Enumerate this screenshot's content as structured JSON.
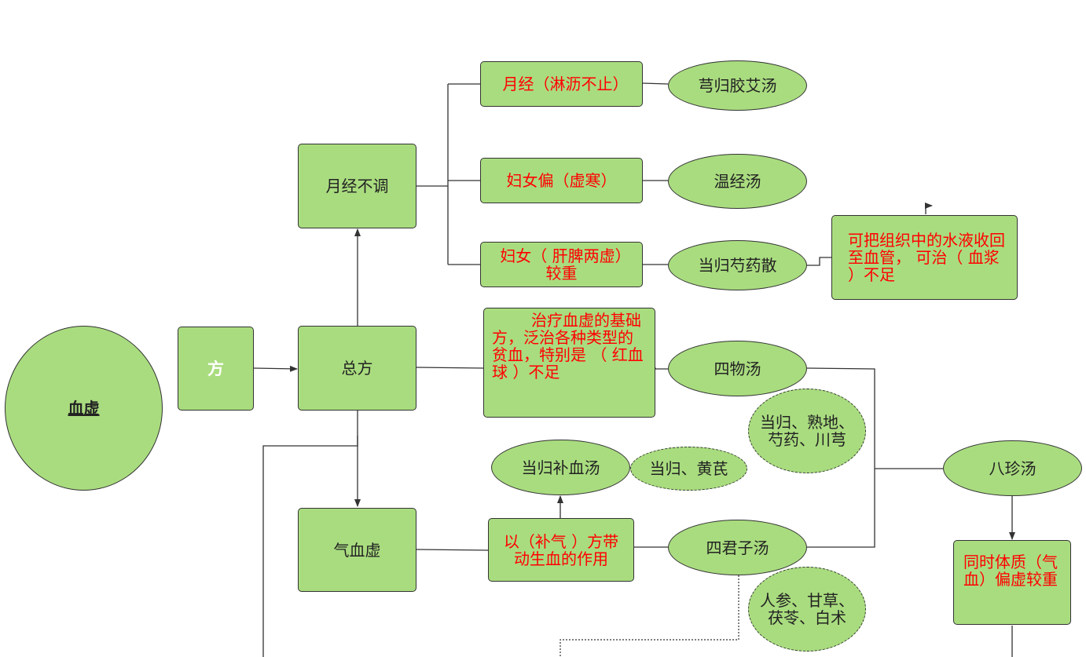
{
  "nodes": {
    "xuexu": "血虚",
    "fang": "方",
    "zongfang": "总方",
    "yuejing_butiao": "月经不调",
    "qixuexu": "气血虚",
    "yuejing_linli": "月经（淋沥不止）",
    "funv_xuhan": "妇女偏（虚寒）",
    "funv_ganpi": "妇女（ 肝脾两虚）较重",
    "xiongguijiaoai": "芎归胶艾汤",
    "wenjing": "温经汤",
    "dangguishaoyao": "当归芍药散",
    "shuiye_note": "可把组织中的水液收回至血管， 可治（ 血浆 ）不足",
    "siwu_note": "治疗血虚的基础 方，泛治各种类型的贫血，特别是 （ 红血球 ）不足",
    "siwu": "四物汤",
    "siwu_ingredients": "当归、熟地、芍药、川芎",
    "bazhen": "八珍汤",
    "danggui_buxue": "当归补血汤",
    "danggui_buxue_ingredients": "当归、黄芪",
    "buqi_note": "以（补气 ）方带动生血的作用",
    "sijunzi": "四君子汤",
    "sijunzi_ingredients": "人参、甘草、茯苓、白术",
    "bazhen_note": "同时体质（气血）偏虚较重"
  },
  "colors": {
    "node_fill": "#a9dc7f",
    "node_border": "#333333",
    "note_text": "#ff0000",
    "connector": "#333333"
  }
}
